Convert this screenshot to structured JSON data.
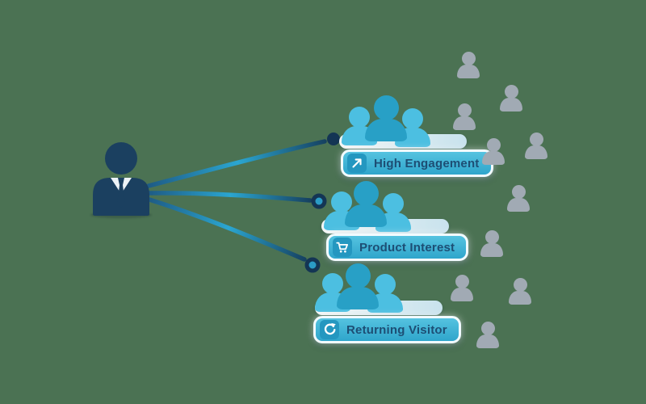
{
  "segments": [
    {
      "label": "High Engagement",
      "icon": "trend-up-arrow"
    },
    {
      "label": "Product Interest",
      "icon": "shopping-cart"
    },
    {
      "label": "Returning Visitor",
      "icon": "refresh-arrow"
    }
  ],
  "figures": {
    "marketer_count": 1,
    "segment_group_size": 3,
    "unsegmented_count": 10
  },
  "colors": {
    "background": "#4b7253",
    "marketer_navy": "#1b4060",
    "segment_person_light": "#4cbfe1",
    "segment_person_dark": "#28a0c6",
    "unsegmented_gray": "#a1aab4",
    "pill_background": "#3fb2d4",
    "pill_border": "#f2fbff",
    "pill_text": "#1d4e74",
    "connector_dark": "#16405f",
    "connector_cyan": "#2ba6d0"
  }
}
